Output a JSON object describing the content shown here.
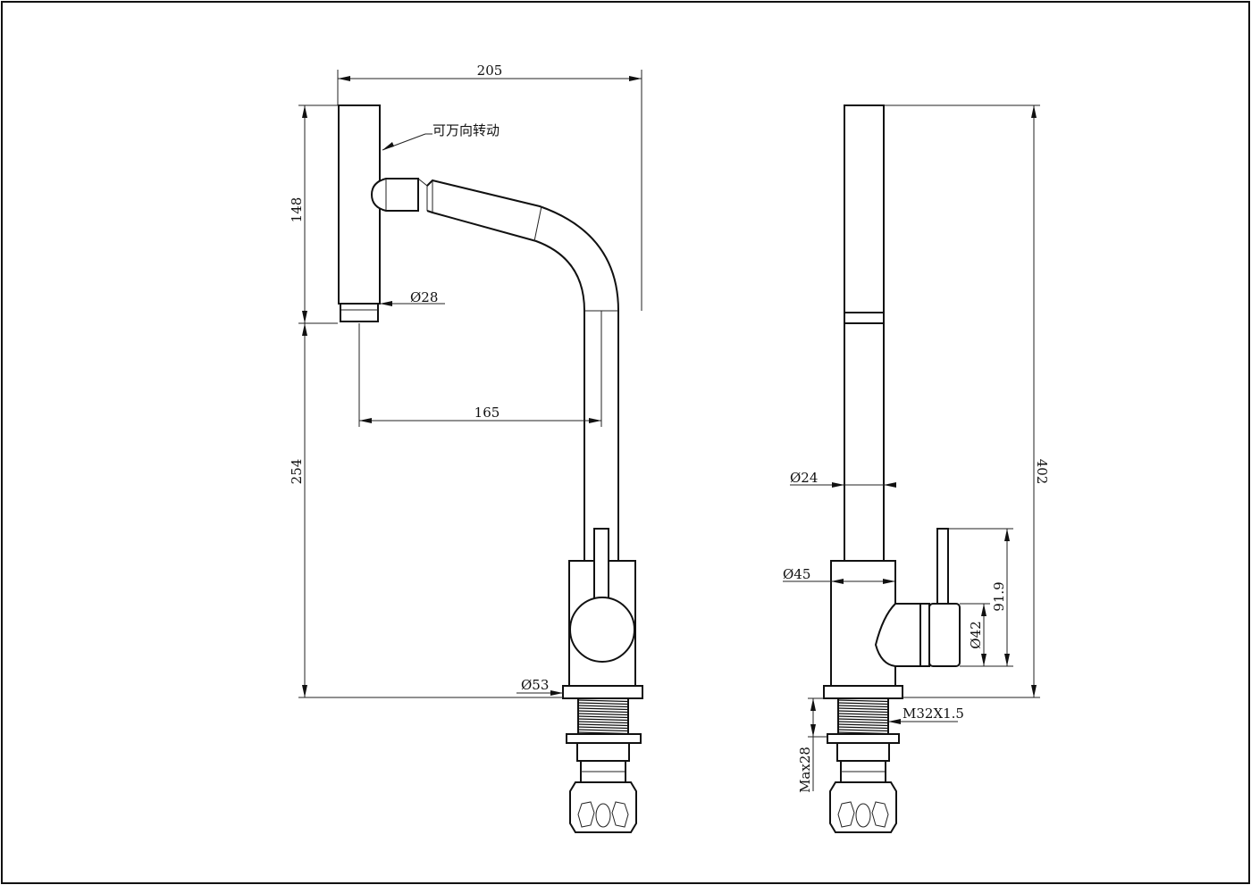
{
  "annotations": {
    "rotation_note": "可万向转动"
  },
  "dimensions": {
    "width_total": "205",
    "height_spout_head": "148",
    "diameter_head": "Ø28",
    "reach": "165",
    "height_spout_base": "254",
    "diameter_base_left": "Ø53",
    "diameter_spout": "Ø24",
    "diameter_body": "Ø45",
    "height_total": "402",
    "handle_height": "91.9",
    "diameter_handle": "Ø42",
    "thread": "M32X1.5",
    "max_thickness": "Max28"
  }
}
